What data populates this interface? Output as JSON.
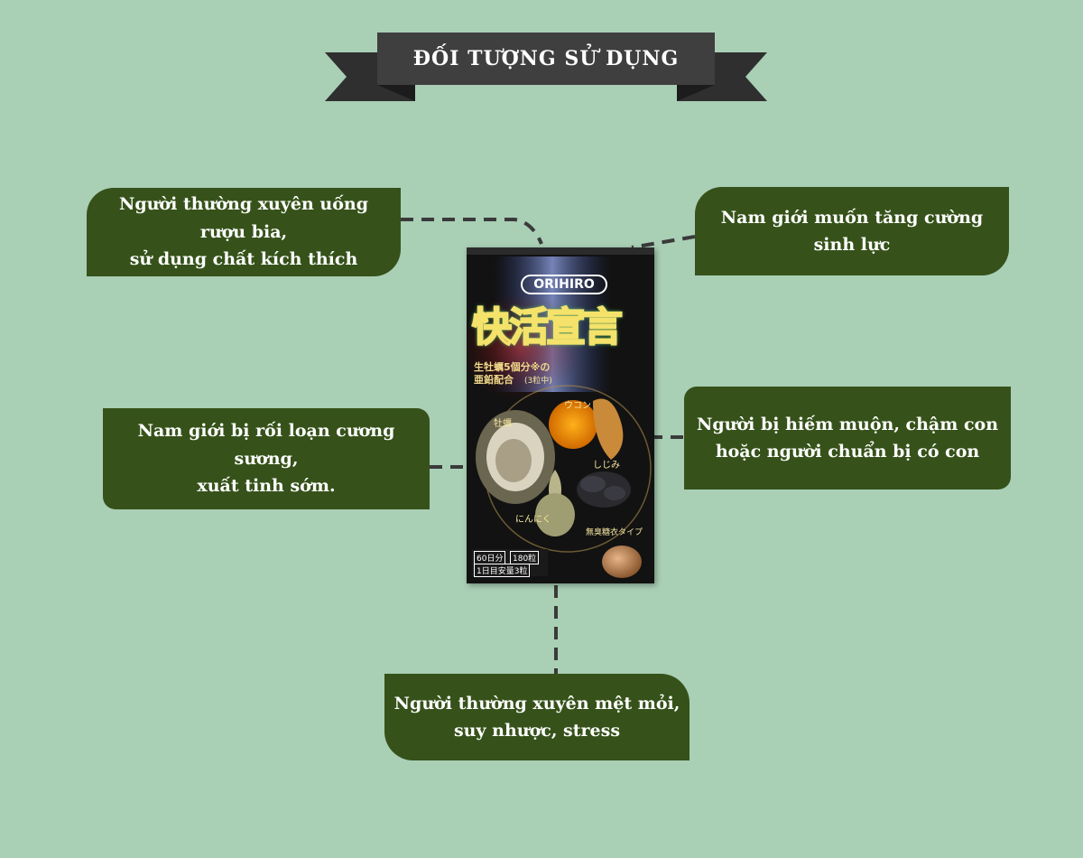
{
  "banner": {
    "title": "ĐỐI TƯỢNG SỬ DỤNG"
  },
  "items": [
    {
      "text": "Người thường xuyên uống rượu bia,\nsử dụng chất kích thích"
    },
    {
      "text": "Nam giới muốn tăng cường sinh lực"
    },
    {
      "text": "Nam giới bị rối loạn cương sương,\nxuất tinh sớm."
    },
    {
      "text": "Người bị hiếm muộn, chậm con\nhoặc người chuẩn bị có con"
    },
    {
      "text": "Người thường xuyên mệt mỏi,\nsuy nhược, stress"
    }
  ],
  "product": {
    "brand": "ORIHIRO",
    "name_jp": "快活宣言",
    "subtitle_line1": "生牡蠣5個分※の",
    "subtitle_line2": "亜鉛配合",
    "subtitle_note": "(3粒中)",
    "ingredient_oyster": "牡蠣",
    "ingredient_turmeric": "ウコン",
    "ingredient_clam": "しじみ",
    "ingredient_garlic": "にんにく",
    "capsule_type": "無臭糖衣タイプ",
    "days": "60日分",
    "count": "180粒",
    "dosage": "1日目安量3粒"
  },
  "colors": {
    "background": "#a9cfb5",
    "box": "#36521a",
    "banner": "#3f3f3f",
    "connector": "#3a3a3a"
  }
}
